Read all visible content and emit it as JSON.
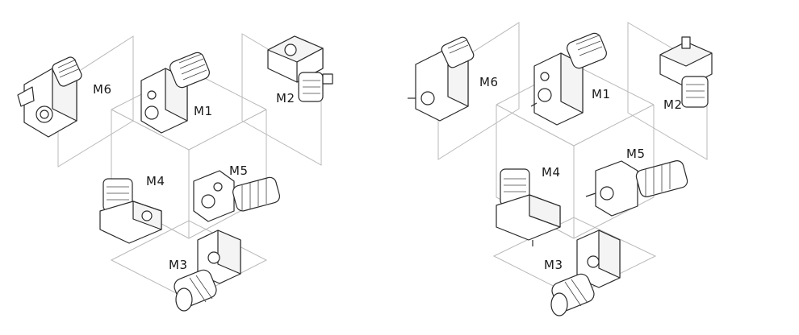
{
  "left_view": {
    "labels": {
      "m1": "M1",
      "m2": "M2",
      "m3": "M3",
      "m4": "M4",
      "m5": "M5",
      "m6": "M6"
    }
  },
  "right_view": {
    "labels": {
      "m1": "M1",
      "m2": "M2",
      "m3": "M3",
      "m4": "M4",
      "m5": "M5",
      "m6": "M6"
    }
  },
  "colors": {
    "line": "#2a2a2a",
    "frame": "#b9b9b9",
    "background": "#ffffff"
  }
}
